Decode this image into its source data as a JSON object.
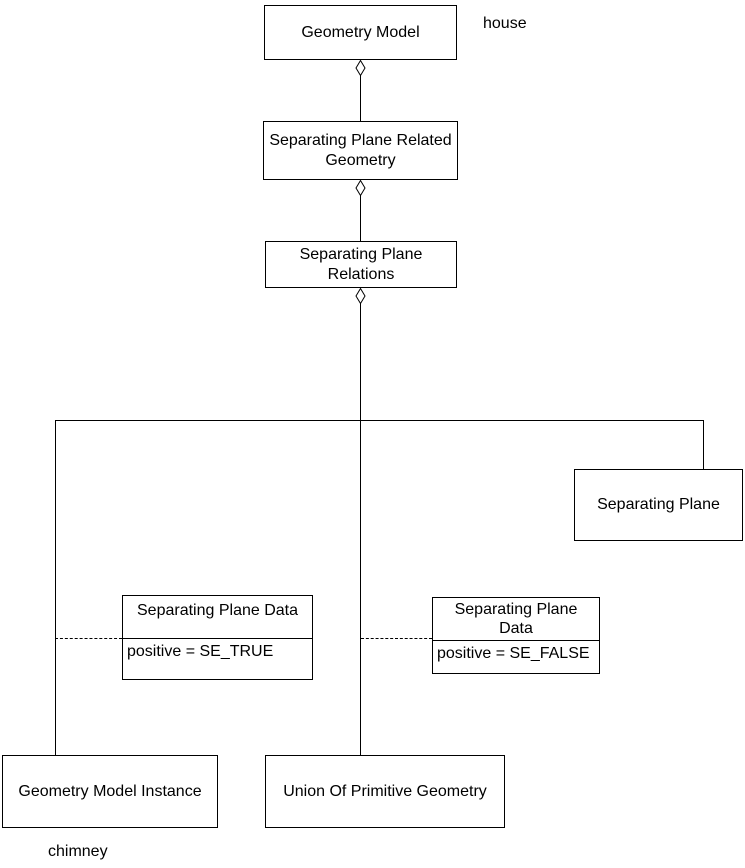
{
  "diagram": {
    "annotations": {
      "top_right": "house",
      "bottom_left": "chimney"
    },
    "nodes": {
      "geometry_model": {
        "label": "Geometry Model"
      },
      "separating_plane_related_geometry": {
        "label": "Separating Plane Related\nGeometry"
      },
      "separating_plane_relations": {
        "label": "Separating Plane\nRelations"
      },
      "separating_plane": {
        "label": "Separating Plane"
      },
      "separating_plane_data_true": {
        "title": "Separating Plane Data",
        "attribute": "positive = SE_TRUE"
      },
      "separating_plane_data_false": {
        "title": "Separating Plane\nData",
        "attribute": "positive = SE_FALSE"
      },
      "geometry_model_instance": {
        "label": "Geometry Model Instance"
      },
      "union_of_primitive_geometry": {
        "label": "Union Of Primitive Geometry"
      }
    },
    "colors": {
      "line": "#000000",
      "text": "#000000",
      "node_fill": "#ffffff",
      "background": "#ffffff"
    }
  }
}
